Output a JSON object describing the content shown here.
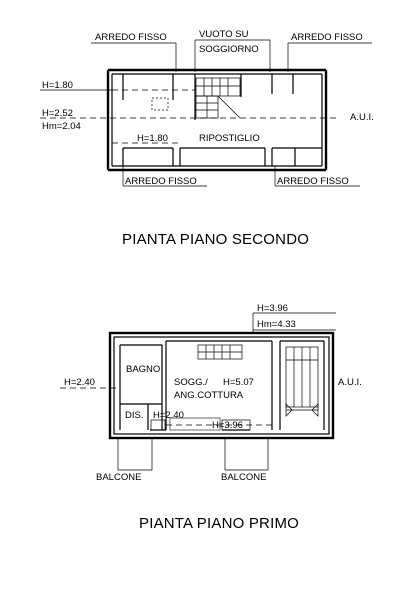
{
  "second_floor": {
    "title": "PIANTA PIANO SECONDO",
    "arredo_fisso_top_left": "ARREDO FISSO",
    "vuoto_line1": "VUOTO SU",
    "vuoto_line2": "SOGGIORNO",
    "arredo_fisso_top_right": "ARREDO FISSO",
    "h_180_left": "H=1.80",
    "h_252": "H=2.52",
    "hm_204": "Hm=2.04",
    "h_180_center": "H=1.80",
    "ripostiglio": "RIPOSTIGLIO",
    "aui": "A.U.I.",
    "arredo_fisso_bottom_left": "ARREDO FISSO",
    "arredo_fisso_bottom_right": "ARREDO FISSO"
  },
  "first_floor": {
    "title": "PIANTA PIANO PRIMO",
    "h_396_top": "H=3.96",
    "hm_433": "Hm=4.33",
    "bagno": "BAGNO",
    "h_240_left": "H=2.40",
    "sogg_line1": "SOGG./",
    "sogg_line2": "ANG.COTTURA",
    "h_507": "H=5.07",
    "dis": "DIS.",
    "h_240_dis": "H=2.40",
    "h_396_bottom": "H=3.96",
    "aui": "A.U.I.",
    "balcone_left": "BALCONE",
    "balcone_right": "BALCONE"
  }
}
